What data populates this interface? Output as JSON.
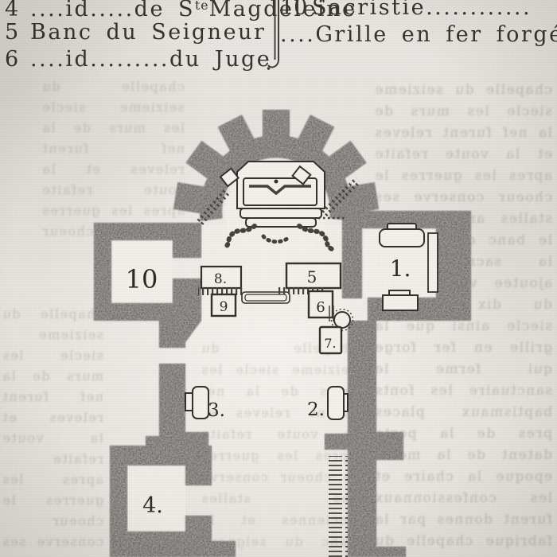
{
  "page": {
    "paper_color": "#e9e6e2",
    "ink_color": "#37332e",
    "wall_color": "#4a4643"
  },
  "legend": {
    "left": [
      {
        "num": "4",
        "pre": "....id.....de S",
        "sup": "te",
        "post": "Magdeleine"
      },
      {
        "num": "5",
        "pre": "Banc du Seigneur",
        "sup": "",
        "post": ""
      },
      {
        "num": "6",
        "pre": "....id.........du Juge",
        "sup": "",
        "post": ""
      }
    ],
    "right": [
      {
        "num": "10",
        "text": "Sacristie............"
      },
      {
        "num": "",
        "text": "....Grille en fer forgé."
      }
    ]
  },
  "plan": {
    "labels": {
      "chapel_1": "1.",
      "pulpit_2": "2.",
      "pulpit_3": "3.",
      "chapel_4": "4.",
      "banc_seigneur_5": "5",
      "banc_juge_6": "6",
      "fonts_7": "7.",
      "banc_8": "8.",
      "box_9": "9",
      "sacristie_10": "10"
    }
  },
  "ghost": {
    "text": "chapelle du seizieme siecle les murs de la nef furent releves et la voute refaite apres les guerres le choeur conserve ses stalles anciennes et le banc du seigneur la sacristie fut ajoutee vers la fin du dix septieme siecle ainsi que la grille en fer forge qui ferme le sanctuaire les fonts baptismaux places pres de la porte datent de la meme epoque la chaire et les confessionnaux furent donnes par la fabrique chapelle du seizieme siecle les murs de la nef furent releves et la voute refaite apres les guerres le choeur conserve ses stalles anciennes et le banc du seigneur la sacristie fut ajoutee vers la fin du dix septieme siecle ainsi que la grille en fer forge qui ferme le sanctuaire les fonts baptismaux places pres de la porte datent de la meme epoque"
  }
}
